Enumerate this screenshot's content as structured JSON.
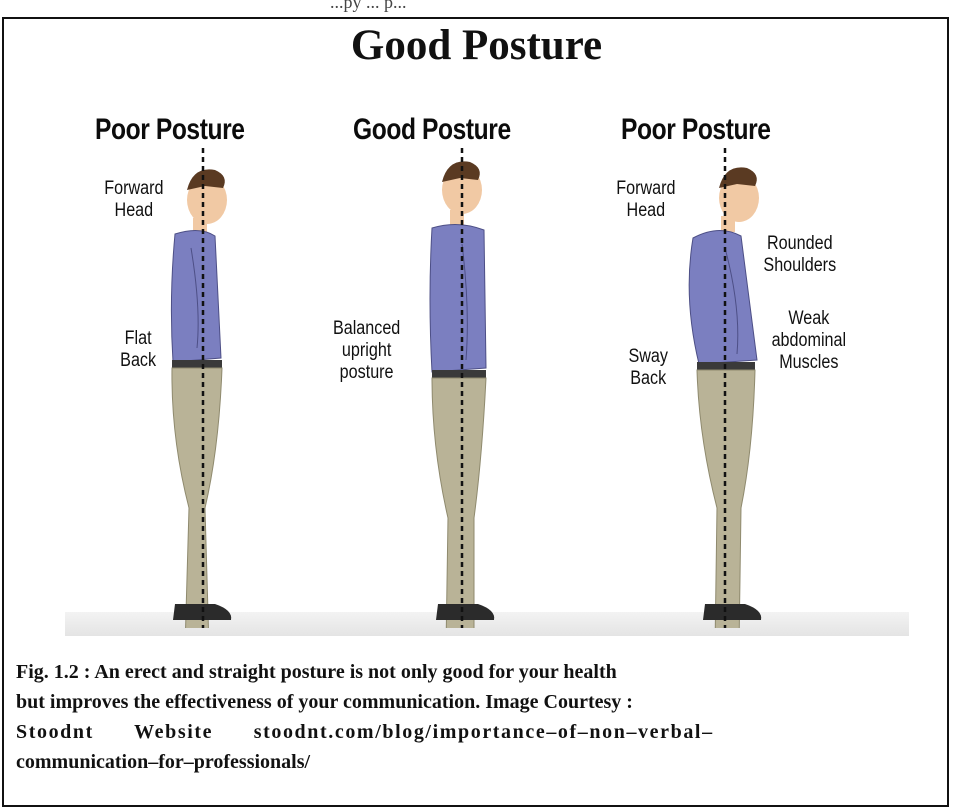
{
  "top_fragment": "...py ... p...",
  "heading": "Good Posture",
  "figure": {
    "columns": [
      {
        "title": "Poor Posture",
        "labels": [
          "Forward\nHead",
          "Flat\nBack"
        ]
      },
      {
        "title": "Good Posture",
        "labels": [
          "Balanced\nupright\nposture"
        ]
      },
      {
        "title": "Poor Posture",
        "labels": [
          "Forward\nHead",
          "Rounded\nShoulders",
          "Weak\nabdominal\nMuscles",
          "Sway\nBack"
        ]
      }
    ]
  },
  "caption": {
    "line1": "Fig. 1.2 : An erect and straight posture is not only good for your health",
    "line2": "but improves the effectiveness of your communication. Image Courtesy :",
    "line3": "Stoodnt Website stoodnt.com/blog/importance–of–non–verbal–",
    "line4": "communication–for–professionals/"
  },
  "colors": {
    "shirt": "#7b7fc0",
    "pants": "#b9b397",
    "hair": "#5a3a22",
    "skin": "#f1c9a4",
    "shoes": "#2b2b2b"
  }
}
